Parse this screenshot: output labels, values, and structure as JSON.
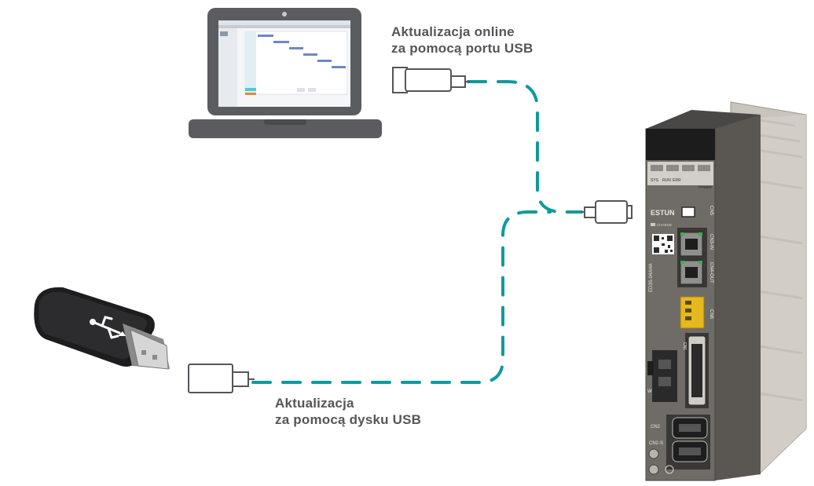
{
  "captions": {
    "online": {
      "line1": "Aktualizacja online",
      "line2": "za pomocą portu USB"
    },
    "usb_drive": {
      "line1": "Aktualizacja",
      "line2": "za pomocą dysku USB"
    }
  },
  "drive": {
    "brand": "ESTUN",
    "model": "ED3S-04AHA",
    "leds": [
      "SYS",
      "RUN",
      "ERR"
    ],
    "power_label": "POWER",
    "charge_label": "CHARGE",
    "ports": {
      "cn5": "CN5",
      "cn3_in": "CN3-IN",
      "cn4_out": "CN4-OUT",
      "cn6": "CN6",
      "cn1": "CN1",
      "cn2": "CN2",
      "cn2_s": "CN2-S",
      "w": "W"
    }
  },
  "colors": {
    "cable": "#0f9a9c",
    "laptop": "#5b5c60",
    "text": "#55565a",
    "drive_body": "#6f6b66",
    "usb_stick": "#222222"
  },
  "icons": {
    "laptop": "laptop-icon",
    "usb_plug_online": "usb-plug-icon",
    "usb_plug_drive": "usb-plug-icon",
    "usb_stick": "usb-flash-drive-icon",
    "servo_drive": "servo-drive-icon"
  }
}
